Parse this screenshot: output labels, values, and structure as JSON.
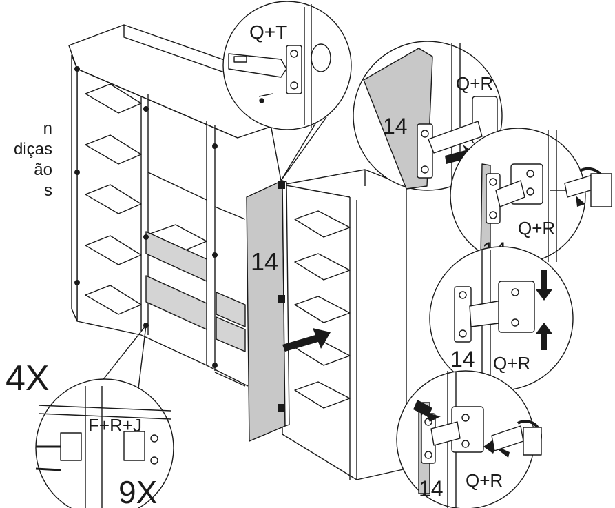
{
  "instructions": {
    "lines": [
      "n",
      "diças",
      "ão",
      "s"
    ]
  },
  "callouts": {
    "top_hinge": "Q+T",
    "detail_1": "Q+R",
    "detail_2": "Q+R",
    "detail_3": "Q+R",
    "detail_4": "Q+R",
    "bottom_left": "F+R+J"
  },
  "part_number": "14",
  "detail_part_numbers": [
    "14",
    "14",
    "14",
    "14"
  ],
  "quantities": {
    "doors": "4X",
    "hinges": "9X"
  },
  "colors": {
    "line": "#1a1a1a",
    "panel_gray": "#d4d4d4",
    "door_gray": "#c8c8c8",
    "background": "#ffffff"
  }
}
